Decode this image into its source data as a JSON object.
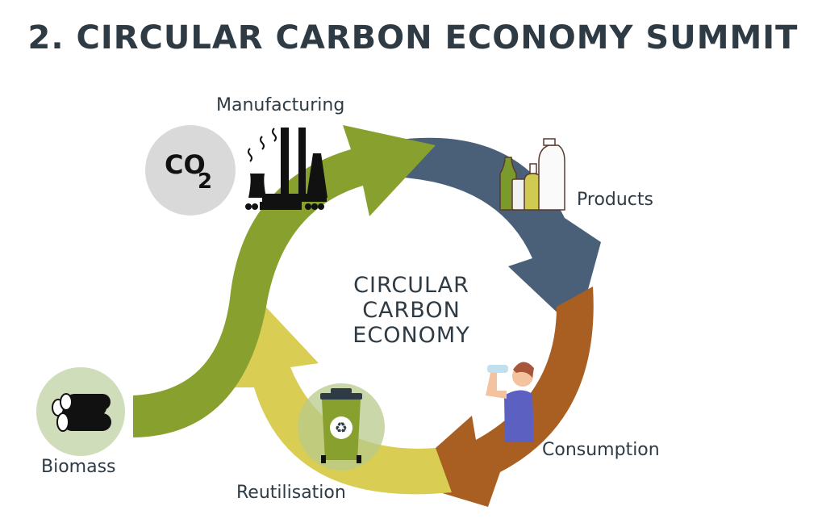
{
  "title": "2. CIRCULAR CARBON ECONOMY SUMMIT",
  "center": {
    "line1": "CIRCULAR",
    "line2": "CARBON",
    "line3": "ECONOMY"
  },
  "stages": [
    {
      "label": "Manufacturing",
      "icon": "factory-icon",
      "color": "#87a02e"
    },
    {
      "label": "Products",
      "icon": "bottles-icon",
      "color": "#4a6079"
    },
    {
      "label": "Consumption",
      "icon": "person-drinking-icon",
      "color": "#a95f22"
    },
    {
      "label": "Reutilisation",
      "icon": "recycle-bin-icon",
      "color": "#d9cd53"
    },
    {
      "label": "Biomass",
      "icon": "logs-icon",
      "color": "#87a02e"
    }
  ],
  "co2": {
    "text": "CO",
    "subscript": "2"
  }
}
